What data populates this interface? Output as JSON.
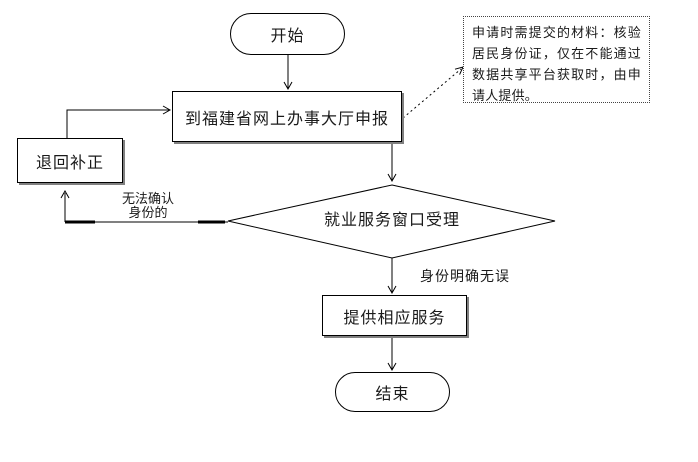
{
  "flowchart": {
    "nodes": {
      "start": "开始",
      "declare": "到福建省网上办事大厅申报",
      "return_correction": "退回补正",
      "decision": "就业服务窗口受理",
      "provide_service": "提供相应服务",
      "end": "结束"
    },
    "edge_labels": {
      "cannot_confirm_line1": "无法确认",
      "cannot_confirm_line2": "身份的",
      "identity_confirmed": "身份明确无误"
    },
    "note": "申请时需提交的材料：核验居民身份证，仅在不能通过数据共享平台获取时，由申请人提供。",
    "colors": {
      "line": "#000000",
      "shadow": "#808080",
      "background": "#ffffff",
      "text": "#1a1a1a"
    }
  }
}
